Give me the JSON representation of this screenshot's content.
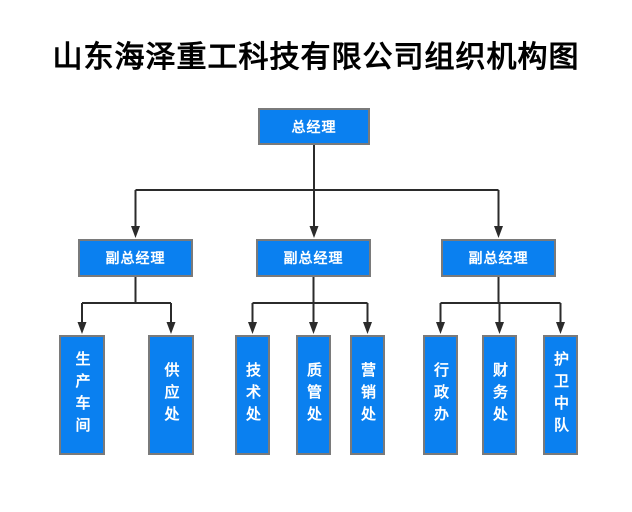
{
  "title": "山东海泽重工科技有限公司组织机构图",
  "org": {
    "root": {
      "label": "总经理"
    },
    "deputies": [
      {
        "label": "副总经理"
      },
      {
        "label": "副总经理"
      },
      {
        "label": "副总经理"
      }
    ],
    "groups": [
      {
        "departments": [
          {
            "label": "生产车间"
          },
          {
            "label": "供应处"
          }
        ]
      },
      {
        "departments": [
          {
            "label": "技术处"
          },
          {
            "label": "质管处"
          },
          {
            "label": "营销处"
          }
        ]
      },
      {
        "departments": [
          {
            "label": "行政办"
          },
          {
            "label": "财务处"
          },
          {
            "label": "护卫中队"
          }
        ]
      }
    ]
  },
  "colors": {
    "box_fill": "#0a80f0",
    "box_border": "#7a7a7a",
    "box_text": "#ffffff",
    "line_color": "#2b2b2b",
    "title_color": "#000000",
    "canvas_bg": "#ffffff"
  }
}
